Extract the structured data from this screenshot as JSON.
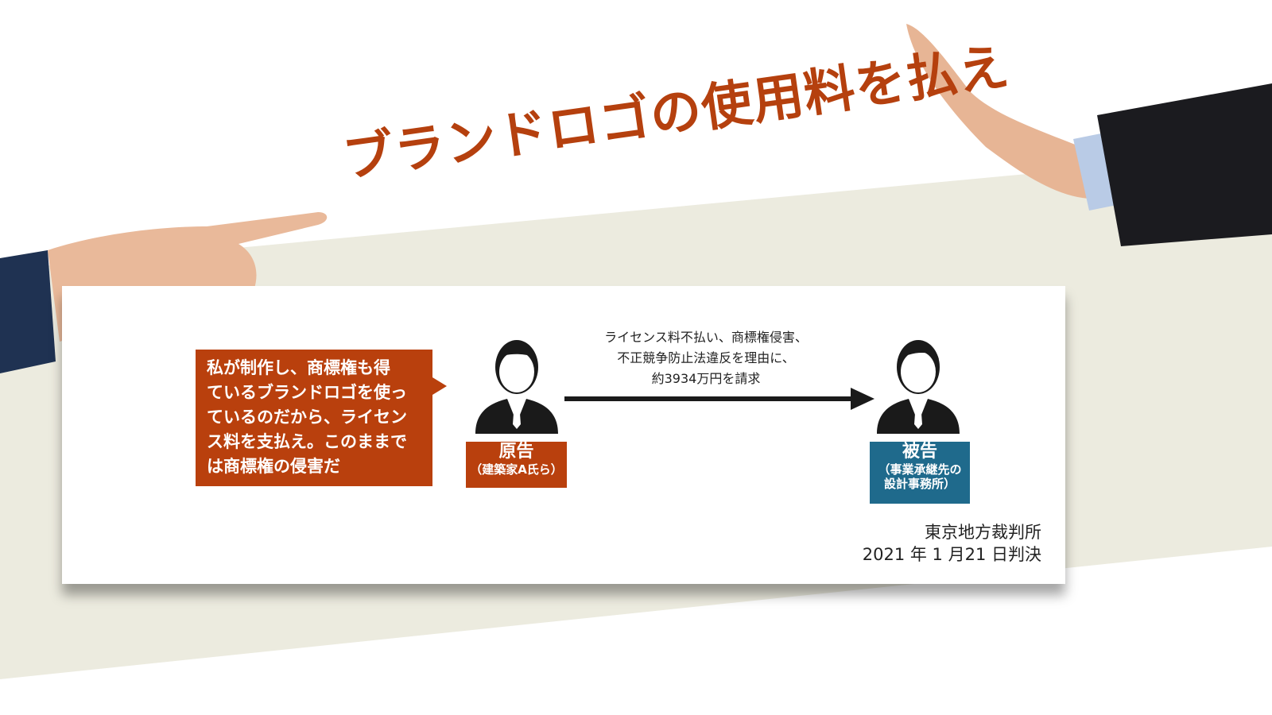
{
  "title": "ブランドロゴの使用料を払え",
  "colors": {
    "accent": "#b9400d",
    "defendant": "#1f6a8c",
    "band": "#ecebdf"
  },
  "quote": {
    "lines": [
      "私が制作し、商標権も得",
      "ているブランドロゴを使っ",
      "ているのだから、ライセン",
      "ス料を支払え。このままで",
      "は商標権の侵害だ"
    ]
  },
  "plaintiff": {
    "role": "原告",
    "name": "（建築家A氏ら）",
    "icon": "person-icon"
  },
  "defendant": {
    "role": "被告",
    "name_lines": [
      "（事業承継先の",
      "設計事務所）"
    ],
    "icon": "person-icon"
  },
  "claim": {
    "lines": [
      "ライセンス料不払い、商標権侵害、",
      "不正競争防止法違反を理由に、",
      "約3934万円を請求"
    ]
  },
  "court": {
    "name": "東京地方裁判所",
    "date": "2021 年 1 月21 日判決"
  }
}
